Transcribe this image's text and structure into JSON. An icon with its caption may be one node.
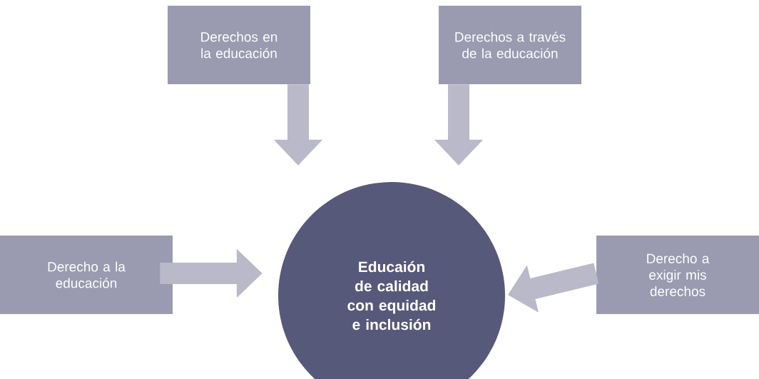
{
  "diagram": {
    "nodes": [
      {
        "text": [
          "Derechos en la educación"
        ]
      },
      {
        "text": [
          "Derechos a través de la educación"
        ]
      },
      {
        "text": [
          "Derecho a la educación"
        ]
      },
      {
        "text": [
          "Educaión de calidad con equidad e inclusión"
        ]
      },
      {
        "text": [
          "Derecho a exigir mis derechos"
        ]
      }
    ],
    "edges": [
      {
        "from": 0,
        "to": 3,
        "arrow": "to"
      },
      {
        "from": 1,
        "to": 3,
        "arrow": "to"
      },
      {
        "from": 2,
        "to": 3,
        "arrow": "to"
      },
      {
        "from": 4,
        "to": 3,
        "arrow": "to"
      }
    ]
  }
}
